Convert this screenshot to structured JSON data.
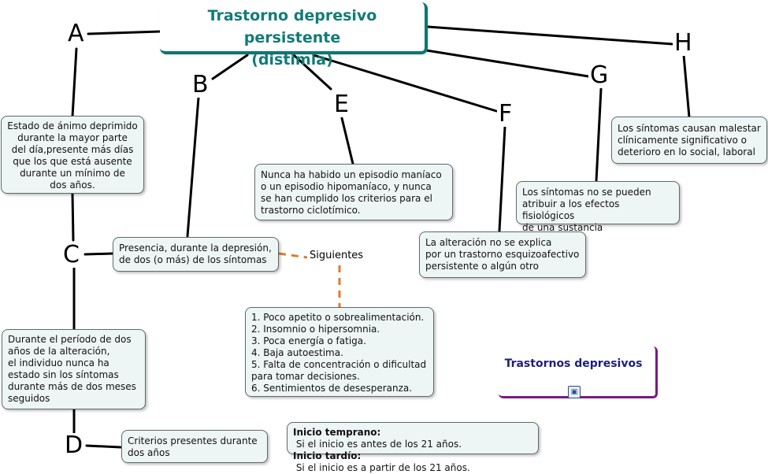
{
  "title": {
    "line1": "Trastorno depresivo persistente",
    "line2": "(distimia)"
  },
  "letters": {
    "A": "A",
    "B": "B",
    "C": "C",
    "D": "D",
    "E": "E",
    "F": "F",
    "G": "G",
    "H": "H"
  },
  "boxes": {
    "A": "Estado de ánimo deprimido\ndurante la mayor parte\ndel día,presente más días\nque los que está ausente\ndurante un mínimo de\ndos años.",
    "B": "Presencia, durante la depresión,\nde dos (o más) de los síntomas",
    "symptoms": "1. Poco apetito o sobrealimentación.\n2. Insomnio o hipersomnia.\n3. Poca energía o fatiga.\n4. Baja autoestima.\n5. Falta de concentración o dificultad\npara tomar decisiones.\n6. Sentimientos de desesperanza.",
    "C": "Durante el período de dos\naños de la alteración,\nel individuo nunca ha\nestado sin los síntomas\ndurante más de dos meses\nseguidos",
    "D": "Criterios presentes durante\ndos años",
    "E": "Nunca ha habido un episodio maníaco\no un episodio hipomaníaco, y nunca\nse han cumplido los criterios para el\ntrastorno ciclotímico.",
    "F": "La alteración no se explica\npor un trastorno esquizoafectivo\npersistente o algún otro",
    "G": "Los síntomas no se pueden\natribuir a los efectos fisiológicos\nde una sustancia",
    "H": "Los síntomas causan malestar\nclínicamente significativo o\ndeterioro en lo social, laboral"
  },
  "siguientes": "Siguientes",
  "onset": {
    "early_label": "Inicio temprano:",
    "early_text": " Si el inicio es antes de los 21 años.",
    "late_label": "Inicio tardío:",
    "late_text": " Si el inicio es a partir de los 21 años."
  },
  "link": {
    "title": "Trastornos depresivos",
    "icon": "map-link-icon"
  },
  "colors": {
    "title_text": "#127b78",
    "title_border": "#0f7572",
    "box_fill": "#eef5f5",
    "dashed_connector": "#e07a2e",
    "link_border": "#7b1a82",
    "link_text": "#1f1f7a"
  }
}
